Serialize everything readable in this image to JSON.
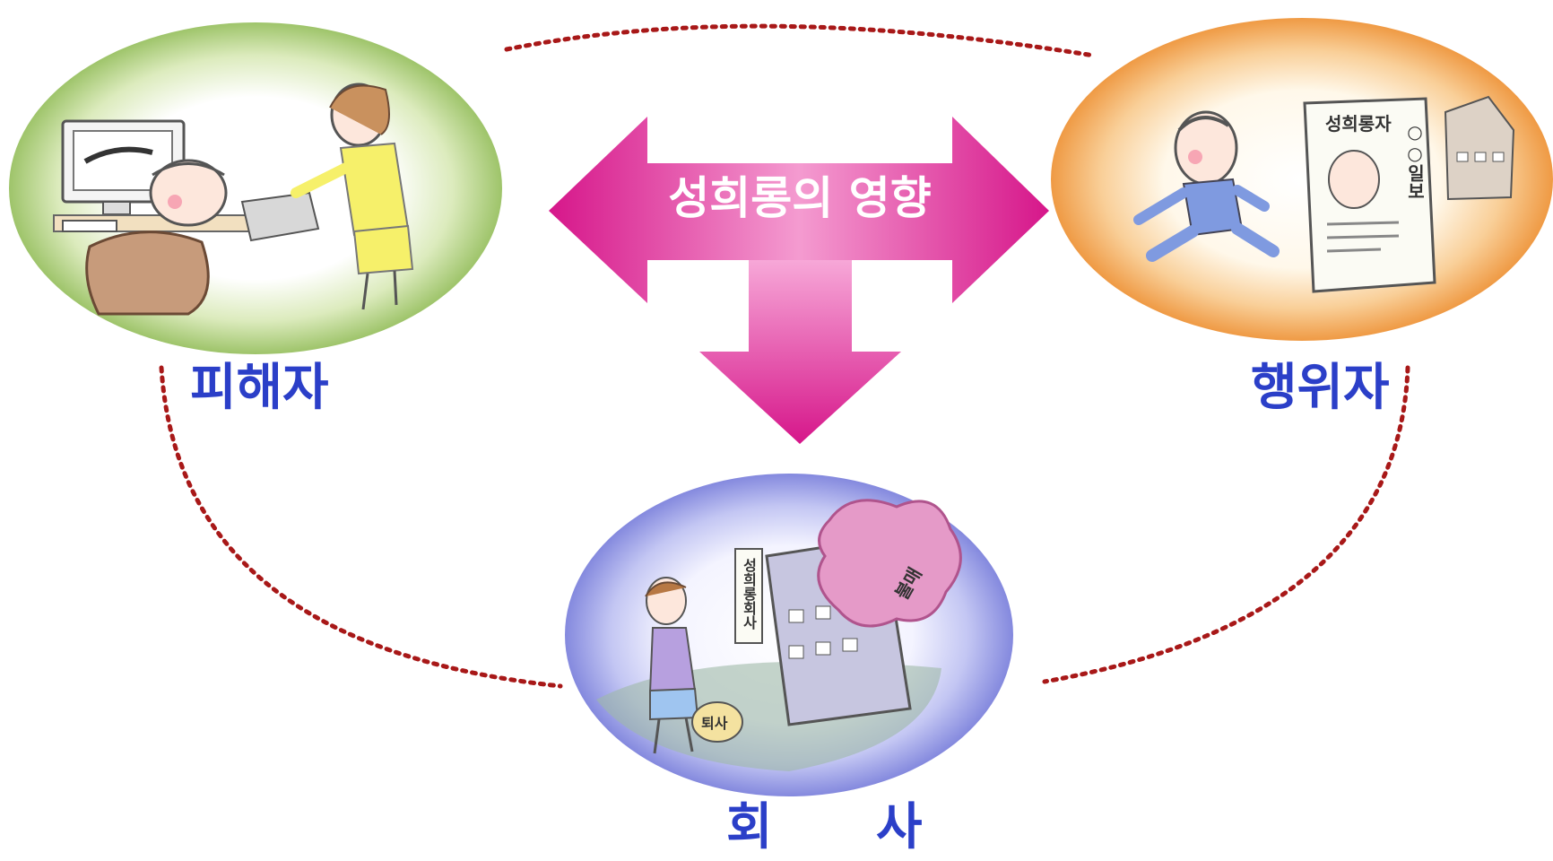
{
  "center": {
    "title": "성희롱의 영향"
  },
  "nodes": {
    "victim": {
      "label": "피해자",
      "illustration_texts": []
    },
    "offender": {
      "label": "행위자",
      "illustration_texts": [
        "성희롱자",
        "○○일보"
      ]
    },
    "company": {
      "label": "회 사",
      "illustration_texts": [
        "성희롱회사",
        "불매",
        "퇴사"
      ]
    }
  },
  "colors": {
    "label_text": "#2b3fc8",
    "arrow_title_text": "#ffffff",
    "arrow_dark": "#d6168a",
    "arrow_light": "#f7a8d8",
    "dotted_line": "#a81818",
    "victim_ellipse": "#9ec46a",
    "offender_ellipse": "#f2a552",
    "company_ellipse": "#8a8fe0"
  }
}
